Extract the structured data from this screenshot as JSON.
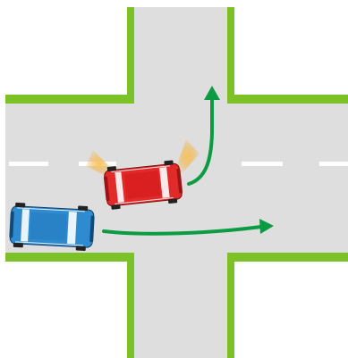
{
  "scene": {
    "type": "intersection-diagram",
    "colors": {
      "road": "#dedede",
      "curb": "#7cc125",
      "lane_marking": "#ffffff",
      "background": "#ffffff",
      "arrow": "#0b9b43",
      "red_car": "#e12a2a",
      "blue_car": "#2f8bd0",
      "headlight_glow": "#f5b13a"
    },
    "vehicles": [
      {
        "name": "red-car",
        "color": "red",
        "maneuver": "left-turn",
        "turn_signal": "on"
      },
      {
        "name": "blue-car",
        "color": "blue",
        "maneuver": "straight"
      }
    ],
    "arrows": [
      {
        "name": "red-car-turn-arrow",
        "direction": "left-turn-up"
      },
      {
        "name": "blue-car-straight-arrow",
        "direction": "straight-right"
      }
    ]
  }
}
